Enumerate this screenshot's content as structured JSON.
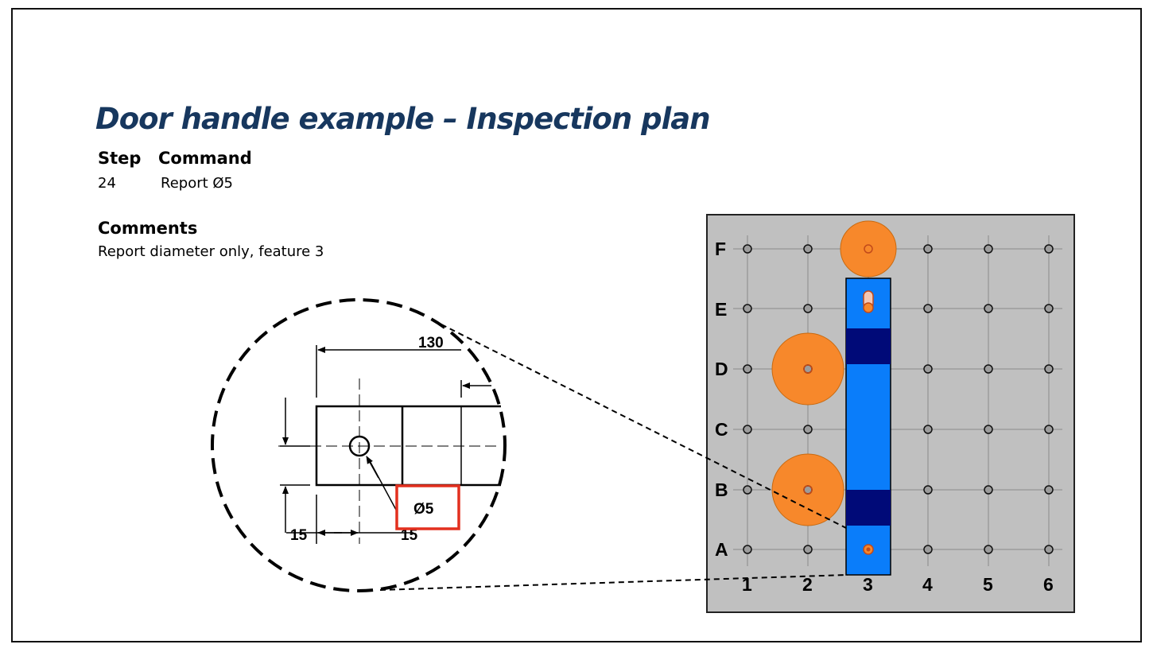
{
  "slide": {
    "title": "Door handle example – Inspection plan",
    "step_header": "Step",
    "command_header": "Command",
    "step_value": "24",
    "command_value": "Report Ø5",
    "comments_title": "Comments",
    "comments_text": "Report diameter only, feature 3"
  },
  "drawing": {
    "dim_top": "130",
    "dim_left": "15",
    "dim_bottom": "15",
    "callout": "Ø5",
    "callout_color": "#e3301f"
  },
  "fixture": {
    "rows": [
      "F",
      "E",
      "D",
      "C",
      "B",
      "A"
    ],
    "columns": [
      "1",
      "2",
      "3",
      "4",
      "5",
      "6"
    ],
    "plate_color": "#c0c0c0",
    "part_color": "#0a7dfa",
    "clamp_color": "#000a78",
    "pin_color": "#f7882b"
  }
}
